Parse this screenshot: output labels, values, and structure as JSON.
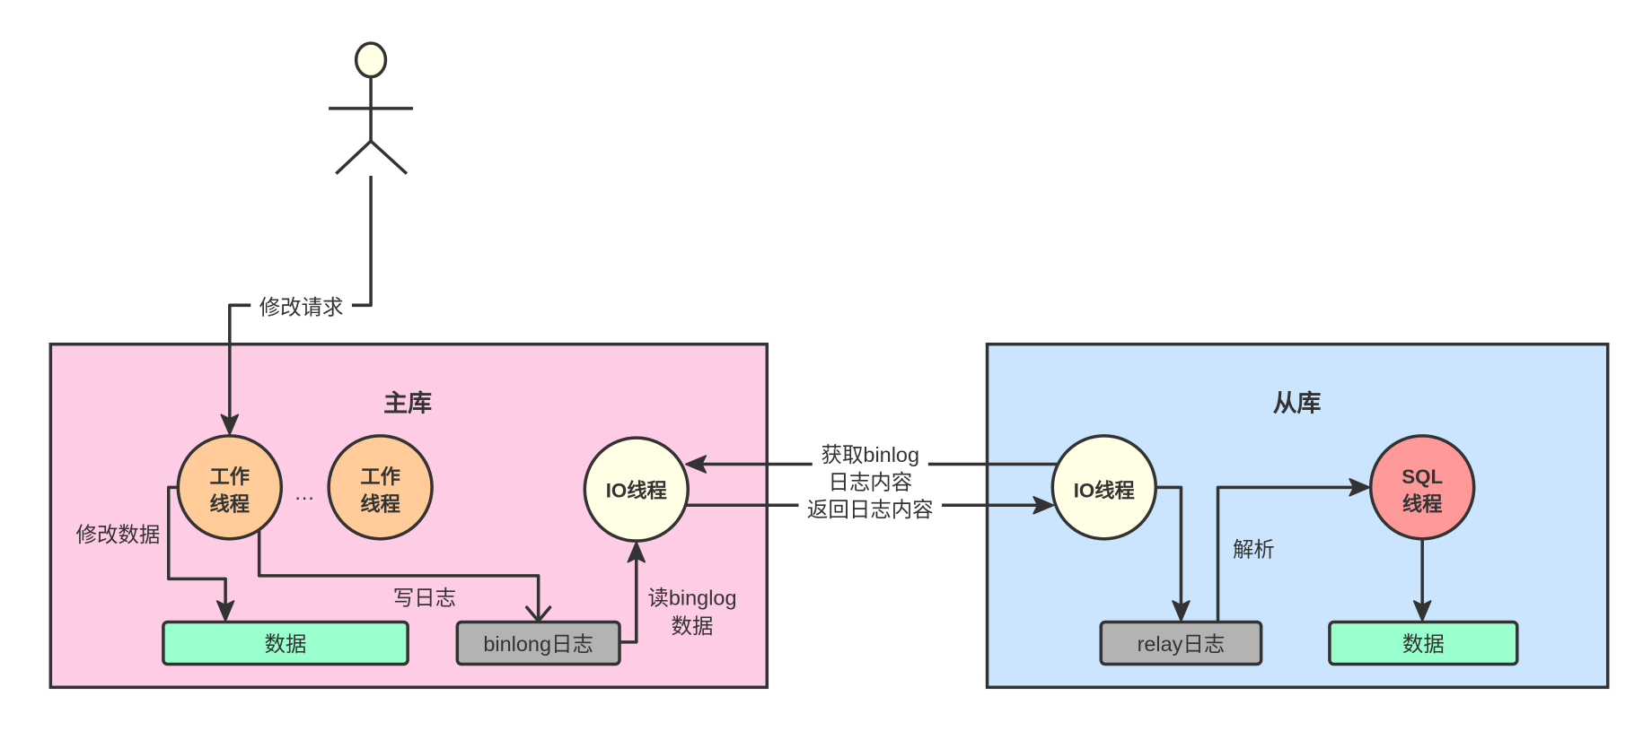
{
  "actor": {
    "request_label": "修改请求"
  },
  "master": {
    "title": "主库",
    "worker_thread_1": [
      "工作",
      "线程"
    ],
    "ellipsis": "…",
    "worker_thread_2": [
      "工作",
      "线程"
    ],
    "io_thread": "IO线程",
    "data_box": "数据",
    "binlog_box": "binlong日志",
    "edges": {
      "modify_data": "修改数据",
      "write_log": "写日志",
      "read_binlog": [
        "读binglog",
        "数据"
      ]
    }
  },
  "slave": {
    "title": "从库",
    "io_thread": "IO线程",
    "sql_thread": [
      "SQL",
      "线程"
    ],
    "relay_box": "relay日志",
    "data_box": "数据",
    "edges": {
      "parse": "解析"
    }
  },
  "links": {
    "fetch_binlog": [
      "获取binlog",
      "日志内容"
    ],
    "return_log": "返回日志内容"
  },
  "colors": {
    "master_bg": "#FFCCE6",
    "slave_bg": "#CCE5FF",
    "worker_thread": "#FFCC99",
    "io_thread": "#FFFFE6",
    "sql_thread": "#FF9999",
    "data_box": "#99FFCC",
    "log_box": "#B3B3B3",
    "actor_head": "#FFFFE6"
  }
}
